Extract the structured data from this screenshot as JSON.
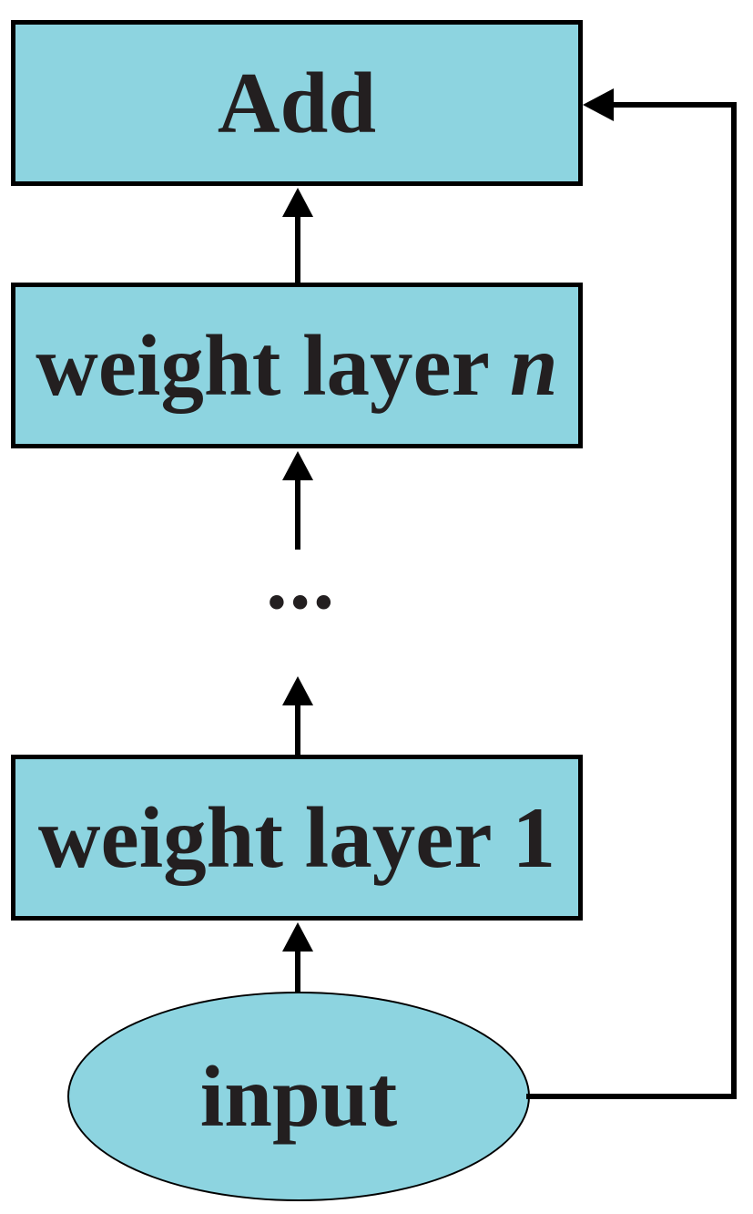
{
  "diagram_type": "residual-block-flow-diagram",
  "nodes": {
    "add": {
      "label": "Add",
      "shape": "rectangle"
    },
    "weight_layer_n": {
      "label_prefix": "weight layer ",
      "label_italic": "n",
      "shape": "rectangle"
    },
    "ellipsis": {
      "label": "..."
    },
    "weight_layer_1": {
      "label": "weight layer 1",
      "shape": "rectangle"
    },
    "input": {
      "label": "input",
      "shape": "ellipse"
    }
  },
  "edges": [
    {
      "from": "input",
      "to": "weight layer 1",
      "type": "arrow-up"
    },
    {
      "from": "weight layer 1",
      "to": "...",
      "type": "arrow-up"
    },
    {
      "from": "...",
      "to": "weight layer n",
      "type": "arrow-up"
    },
    {
      "from": "weight layer n",
      "to": "Add",
      "type": "arrow-up"
    },
    {
      "from": "input",
      "to": "Add",
      "type": "skip-connection-right-side"
    }
  ],
  "colors": {
    "fill": "#8dd4e0",
    "line": "#000000",
    "text": "#231f20",
    "bg": "#ffffff"
  }
}
